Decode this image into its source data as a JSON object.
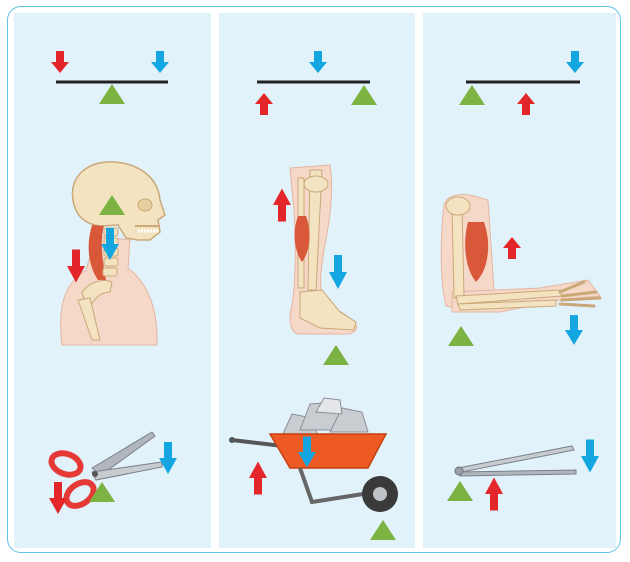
{
  "colors": {
    "frame_border": "#5ec3e6",
    "panel_bg": "#e2f2fb",
    "effort_arrow": "#e3262a",
    "load_arrow": "#14a6e0",
    "fulcrum": "#7cb342",
    "lever_bar": "#222222",
    "muscle": "#d9583a",
    "skin": "#f6d8c8",
    "bone": "#f3e3c0",
    "wheelbarrow": "#ee5a24",
    "scissors_handle": "#e53935"
  },
  "panels": [
    {
      "class": "first-class lever",
      "lever": [
        "effort-left",
        "fulcrum-middle",
        "load-right"
      ],
      "body_example": "head-neck",
      "tool_example": "scissors"
    },
    {
      "class": "second-class lever",
      "lever": [
        "effort-left",
        "load-middle",
        "fulcrum-right"
      ],
      "body_example": "foot-calf",
      "tool_example": "wheelbarrow"
    },
    {
      "class": "third-class lever",
      "lever": [
        "fulcrum-left",
        "effort-middle",
        "load-right"
      ],
      "body_example": "forearm-biceps",
      "tool_example": "tongs"
    }
  ]
}
